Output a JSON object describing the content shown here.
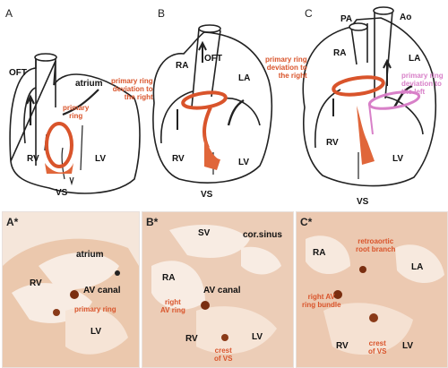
{
  "panels": {
    "A": {
      "letter": "A",
      "labels": {
        "oft": "OFT",
        "atrium": "atrium",
        "ring": "primary\nring",
        "rv": "RV",
        "lv": "LV",
        "vs": "VS"
      }
    },
    "B": {
      "letter": "B",
      "labels": {
        "ra": "RA",
        "oft": "OFT",
        "la": "LA",
        "deviation": "primary ring\ndeviation to\nthe right",
        "rv": "RV",
        "lv": "LV",
        "vs": "VS"
      }
    },
    "C": {
      "letter": "C",
      "labels": {
        "pa": "PA",
        "ao": "Ao",
        "ra": "RA",
        "la": "LA",
        "dev_right": "primary ring\ndeviation to\nthe right",
        "dev_left": "primary ring\ndeviation to\nthe left",
        "rv": "RV",
        "lv": "LV",
        "vs": "VS"
      }
    },
    "A*": {
      "letter": "A*",
      "labels": {
        "atrium": "atrium",
        "rv": "RV",
        "av_canal": "AV canal",
        "ring": "primary ring",
        "lv": "LV"
      }
    },
    "B*": {
      "letter": "B*",
      "labels": {
        "sv": "SV",
        "cor_sinus": "cor.sinus",
        "ra": "RA",
        "av_canal": "AV canal",
        "right_av_ring": "right\nAV ring",
        "rv": "RV",
        "lv": "LV",
        "crest": "crest\nof VS"
      }
    },
    "C*": {
      "letter": "C*",
      "labels": {
        "ra": "RA",
        "retroaortic": "retroaortic\nroot branch",
        "la": "LA",
        "bundle": "right AV\nring bundle",
        "rv": "RV",
        "crest": "crest\nof VS",
        "lv": "LV"
      }
    }
  },
  "colors": {
    "ring": "#d9542b",
    "pink": "#d880c8",
    "tissue": "#e9c2a6",
    "stain": "#7a2e10"
  }
}
